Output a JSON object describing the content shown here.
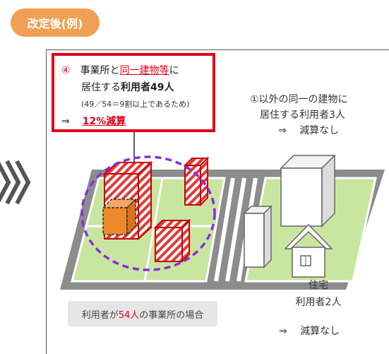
{
  "badge": {
    "label": "改定後(例)"
  },
  "callout": {
    "number": "④",
    "text_before": "事業所と",
    "text_highlight": "同一建物等",
    "text_after": "に",
    "line2_prefix": "居住する",
    "line2_bold": "利用者49人",
    "line3": "(49／54＝9割以上であるため)",
    "arrow": "⇒",
    "result": "12%減算"
  },
  "other_building": {
    "line1": "①以外の同一の建物に",
    "line2": "居住する利用者3人",
    "arrow": "⇒",
    "result": "減算なし"
  },
  "house": {
    "label": "住宅",
    "users": "利用者2人",
    "arrow": "⇒",
    "result": "減算なし"
  },
  "case_box": {
    "prefix": "利用者が",
    "highlight": "54人",
    "suffix": "の事業所の場合"
  },
  "colors": {
    "accent_red": "#e0001b",
    "badge_orange": "#f0a055",
    "office_orange": "#ee8a2a",
    "circle_purple": "#8a2be2",
    "lawn_green": "#c8e6a0"
  }
}
